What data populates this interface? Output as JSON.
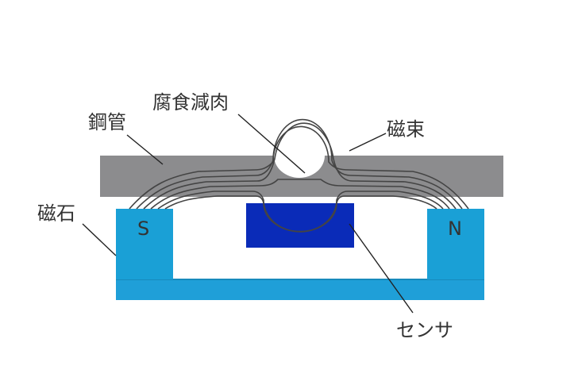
{
  "labels": {
    "steel_pipe": "鋼管",
    "corrosion_thinning": "腐食減肉",
    "magnetic_flux": "磁束",
    "magnet": "磁石",
    "sensor": "センサ",
    "pole_s": "S",
    "pole_n": "N"
  },
  "colors": {
    "background": "#ffffff",
    "steel_pipe": "#8c8c8e",
    "magnet": "#1aa0d6",
    "magnet_base": "#1f9fd8",
    "sensor": "#0a2bb8",
    "flux_line": "#444444",
    "leader_line": "#222222",
    "text": "#333333"
  }
}
